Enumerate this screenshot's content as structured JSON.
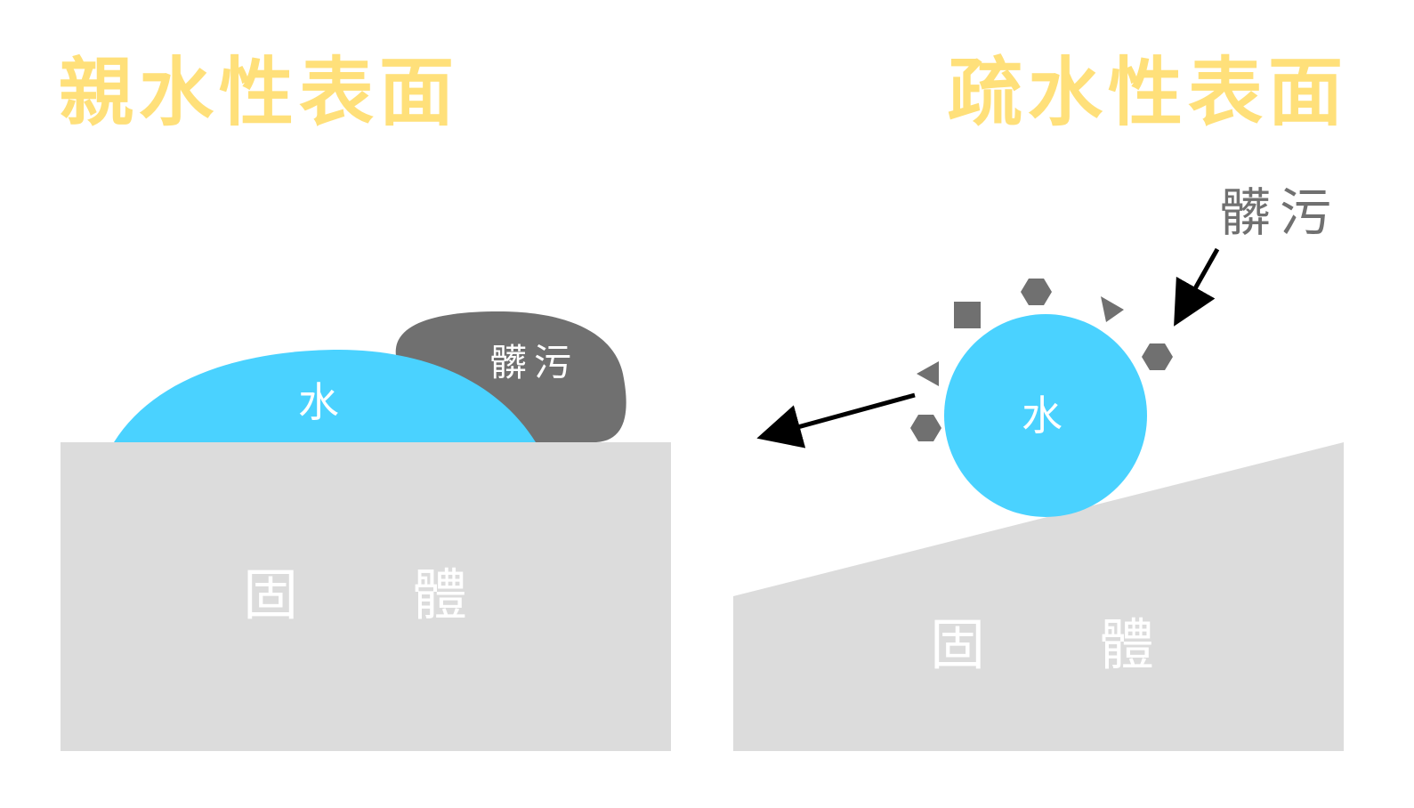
{
  "colors": {
    "title": "#ffe07a",
    "solid": "#dcdcdc",
    "water": "#4ad2ff",
    "dirt": "#707070",
    "arrow": "#000000",
    "solid_text": "#ffffff",
    "water_text": "#ffffff",
    "dirt_label_dark": "#707070",
    "dirt_label_light": "#ffffff"
  },
  "left_panel": {
    "title": "親水性表面",
    "water_label": "水",
    "dirt_label": "髒污",
    "solid_label_1": "固",
    "solid_label_2": "體"
  },
  "right_panel": {
    "title": "疏水性表面",
    "water_label": "水",
    "dirt_label": "髒污",
    "solid_label_1": "固",
    "solid_label_2": "體",
    "particles": [
      "square",
      "hexagon",
      "triangle",
      "hexagon",
      "triangle",
      "hexagon"
    ]
  }
}
